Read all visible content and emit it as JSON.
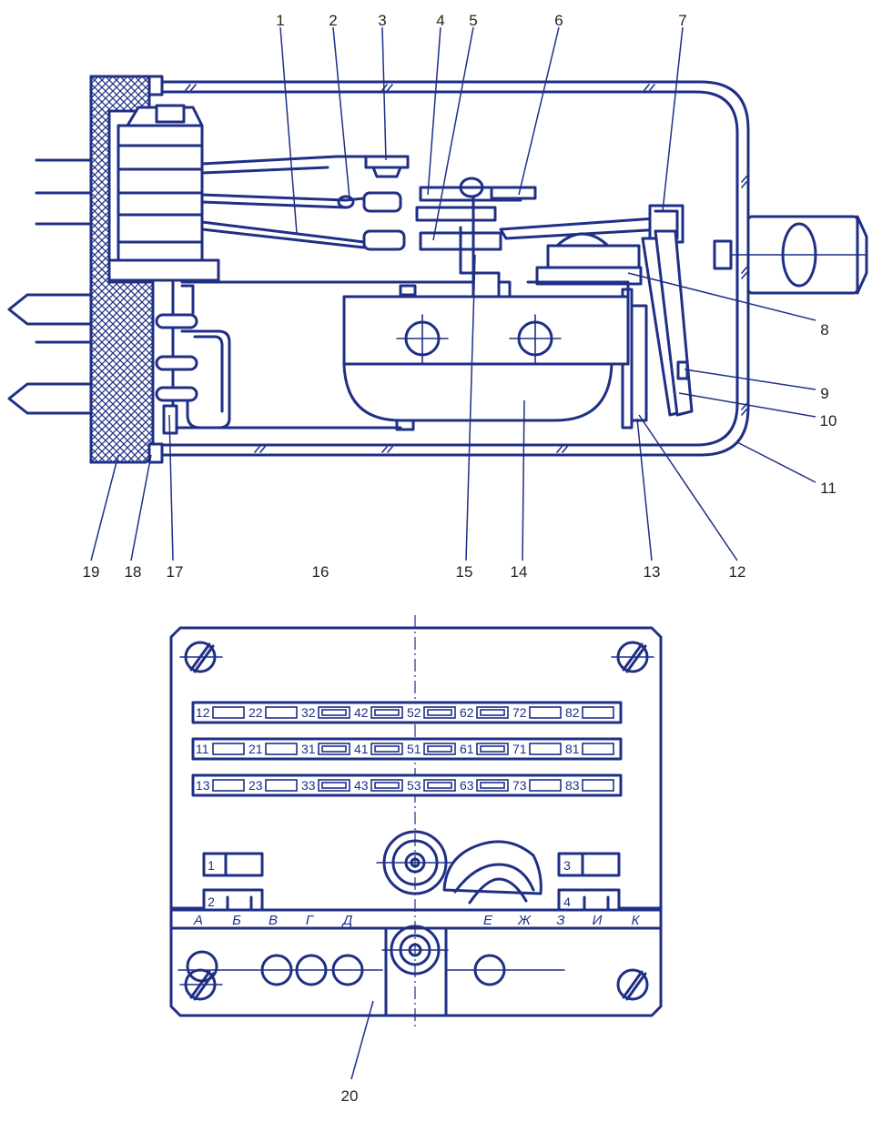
{
  "diagram": {
    "callouts": [
      "1",
      "2",
      "3",
      "4",
      "5",
      "6",
      "7",
      "8",
      "9",
      "10",
      "11",
      "12",
      "13",
      "14",
      "15",
      "16",
      "17",
      "18",
      "19",
      "20"
    ],
    "terminal_rows": [
      [
        "12",
        "22",
        "32",
        "42",
        "52",
        "62",
        "72",
        "82"
      ],
      [
        "11",
        "21",
        "31",
        "41",
        "51",
        "61",
        "71",
        "81"
      ],
      [
        "13",
        "23",
        "33",
        "43",
        "53",
        "63",
        "73",
        "83"
      ]
    ],
    "side_switches": [
      "1",
      "2",
      "3",
      "4"
    ],
    "bottom_letters": [
      "А",
      "Б",
      "В",
      "Г",
      "Д",
      "Е",
      "Ж",
      "З",
      "И",
      "К"
    ],
    "colors": {
      "line": "#1f2f86",
      "hatch": "#1f2f86",
      "background": "#ffffff"
    }
  }
}
